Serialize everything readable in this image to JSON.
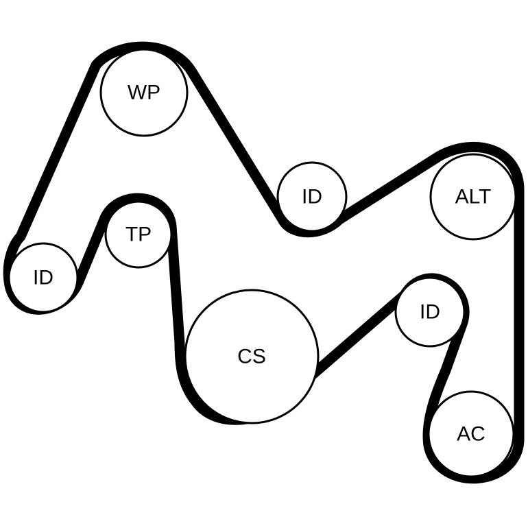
{
  "colors": {
    "belt": "#000000",
    "pulley_stroke": "#000000",
    "label": "#000000",
    "background": "#ffffff"
  },
  "pulleys": [
    {
      "id": "wp",
      "label": "WP"
    },
    {
      "id": "id-top",
      "label": "ID"
    },
    {
      "id": "alt",
      "label": "ALT"
    },
    {
      "id": "tp",
      "label": "TP"
    },
    {
      "id": "id-left",
      "label": "ID"
    },
    {
      "id": "cs",
      "label": "CS"
    },
    {
      "id": "id-right",
      "label": "ID"
    },
    {
      "id": "ac",
      "label": "AC"
    }
  ]
}
